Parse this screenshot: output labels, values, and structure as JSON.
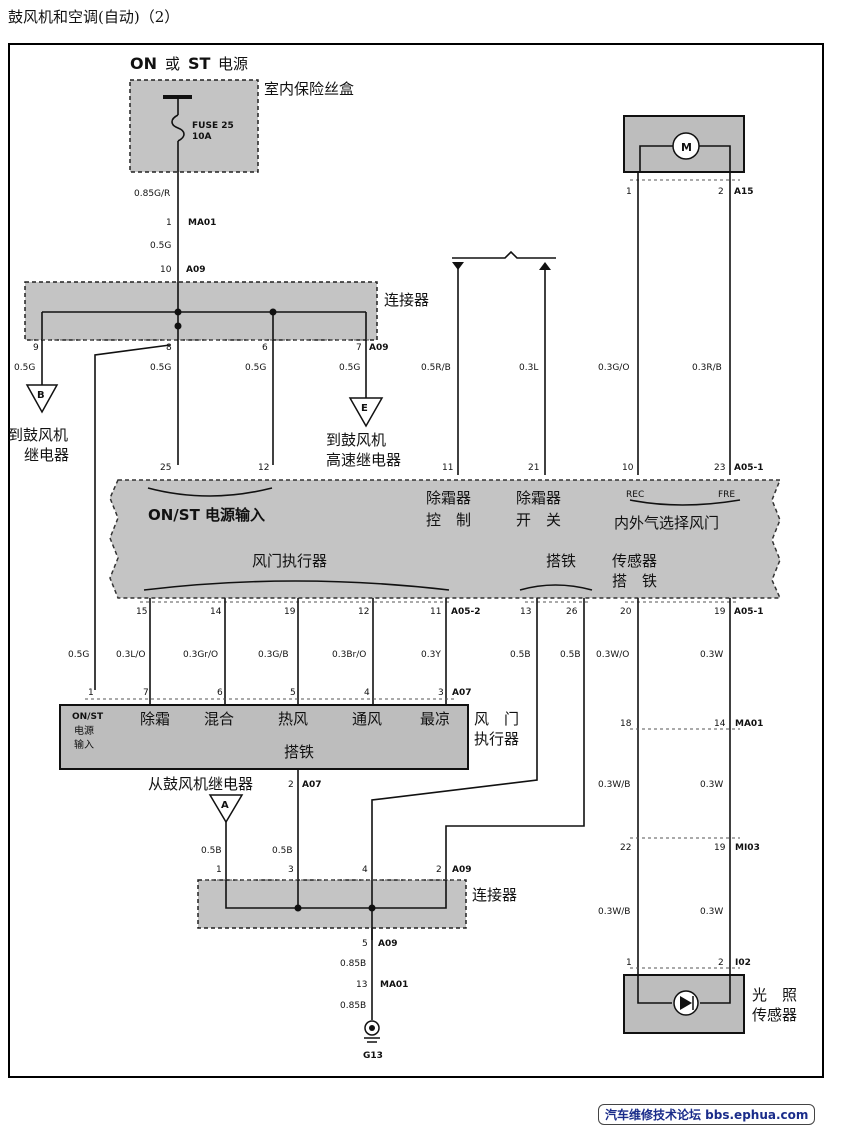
{
  "title": "鼓风机和空调(自动)（2）",
  "footer": "汽车维修技术论坛 bbs.ephua.com",
  "power": {
    "header_on": "ON",
    "header_or": "或",
    "header_st": "ST",
    "header_suffix": "电源",
    "fuse_box": "室内保险丝盒",
    "fuse_name": "FUSE 25",
    "fuse_rating": "10A"
  },
  "wires": {
    "w085gr": "0.85G/R",
    "w05g": "0.5G",
    "w05r_b": "0.5R/B",
    "w03l": "0.3L",
    "w03g_o": "0.3G/O",
    "w03r_b": "0.3R/B",
    "w03l_o": "0.3L/O",
    "w03gr_o": "0.3Gr/O",
    "w03g_b": "0.3G/B",
    "w03br_o": "0.3Br/O",
    "w03y": "0.3Y",
    "w05b": "0.5B",
    "w03w_o": "0.3W/O",
    "w03w": "0.3W",
    "w03w_b": "0.3W/B",
    "w085b": "0.85B"
  },
  "connectors": {
    "ma01": "MA01",
    "a09": "A09",
    "a15": "A15",
    "a05_1": "A05-1",
    "a05_2": "A05-2",
    "a07": "A07",
    "mi03": "MI03",
    "i02": "I02",
    "g13": "G13"
  },
  "pins": {
    "p1": "1",
    "p2": "2",
    "p3": "3",
    "p4": "4",
    "p5": "5",
    "p6": "6",
    "p7": "7",
    "p8": "8",
    "p9": "9",
    "p10": "10",
    "p11": "11",
    "p12": "12",
    "p13": "13",
    "p14": "14",
    "p15": "15",
    "p18": "18",
    "p19": "19",
    "p20": "20",
    "p21": "21",
    "p22": "22",
    "p23": "23",
    "p25": "25",
    "p26": "26"
  },
  "labels": {
    "connector": "连接器",
    "to_blower_relay_1": "到鼓风机",
    "to_blower_relay_2": "继电器",
    "to_hs_relay_1": "到鼓风机",
    "to_hs_relay_2": "高速继电器",
    "ref_b": "B",
    "ref_e": "E",
    "ref_a": "A",
    "from_blower_relay": "从鼓风机继电器",
    "motor": "M"
  },
  "ecu": {
    "power_input": "ON/ST 电源输入",
    "defrost_ctrl_1": "除霜器",
    "defrost_ctrl_2": "控　制",
    "defrost_sw_1": "除霜器",
    "defrost_sw_2": "开　关",
    "rec": "REC",
    "fre": "FRE",
    "intake": "内外气选择风门",
    "actuator": "风门执行器",
    "ground": "搭铁",
    "sensor_1": "传感器",
    "sensor_2": "搭　铁"
  },
  "actuator": {
    "on_st": "ON/ST",
    "power_1": "电源",
    "power_2": "输入",
    "defrost": "除霜",
    "mix": "混合",
    "heat": "热风",
    "vent": "通风",
    "cool": "最凉",
    "ground": "搭铁",
    "name_1": "风　门",
    "name_2": "执行器"
  },
  "sensor": {
    "name_1": "光　照",
    "name_2": "传感器"
  }
}
